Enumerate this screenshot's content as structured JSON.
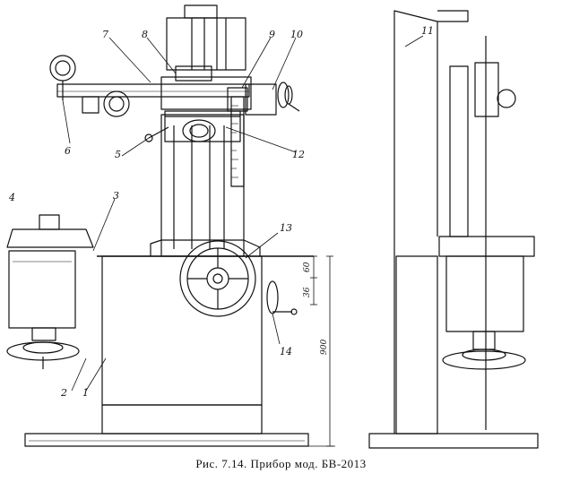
{
  "caption": "Рис. 7.14. Прибор мод. БВ-2013",
  "callouts": [
    "1",
    "2",
    "3",
    "4",
    "5",
    "6",
    "7",
    "8",
    "9",
    "10",
    "11",
    "12",
    "13",
    "14"
  ],
  "dimensions": [
    "60",
    "36",
    "900"
  ]
}
